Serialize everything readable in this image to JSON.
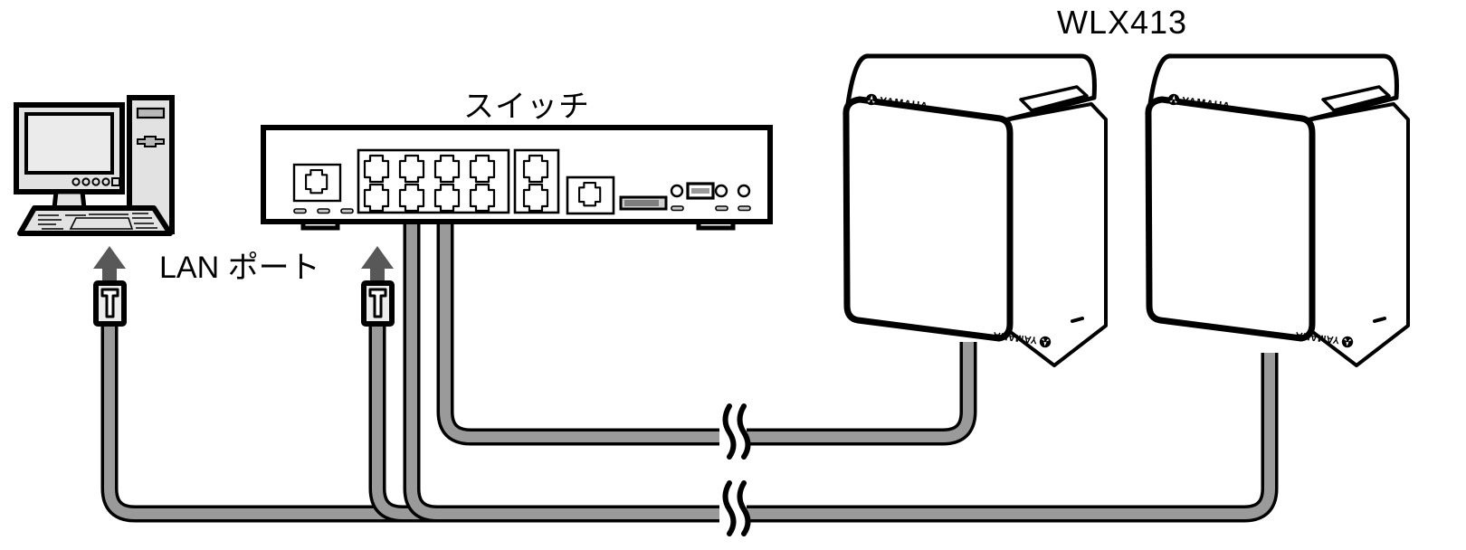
{
  "diagram": {
    "type": "network-connection-diagram",
    "title_label": "WLX413",
    "description": "Wired connection diagram: a PC and two Yamaha WLX413 wireless access points are connected to a network switch via LAN cables",
    "palette": {
      "outline": "#000000",
      "cable_fill": "#9a9a9a",
      "device_fill": "#ffffff",
      "pc_fill": "#e2e2e2",
      "pc_screen": "#ebebeb",
      "arrow_fill": "#585858",
      "connector_fill": "#ececec",
      "background": "#ffffff"
    },
    "labels": {
      "access_point": "WLX413",
      "switch": "スイッチ",
      "lan_port": "LAN ポート"
    },
    "devices": [
      {
        "name": "computer",
        "kind": "desktop-pc",
        "parts": [
          "monitor",
          "tower",
          "keyboard"
        ],
        "monitor_indicator_count": 4
      },
      {
        "name": "switch",
        "kind": "network-switch",
        "label": "スイッチ",
        "port_groups": [
          {
            "name": "console-port",
            "rows": 1,
            "cols": 1,
            "boxed": false
          },
          {
            "name": "lan-port-block",
            "rows": 2,
            "cols": 4,
            "boxed": true
          },
          {
            "name": "uplink-port-block",
            "rows": 2,
            "cols": 1,
            "boxed": true
          },
          {
            "name": "wan-port",
            "rows": 1,
            "cols": 1,
            "boxed": true
          }
        ],
        "extras": [
          "sd-card-slot",
          "usb-port",
          "status-leds"
        ],
        "connected_ports": [
          "lan-2-top",
          "lan-3-top"
        ],
        "feet": 2
      },
      {
        "name": "access-point-1",
        "kind": "wireless-access-point",
        "model": "WLX413",
        "brand": "YAMAHA",
        "brand_marks": 2
      },
      {
        "name": "access-point-2",
        "kind": "wireless-access-point",
        "model": "WLX413",
        "brand": "YAMAHA",
        "brand_marks": 2
      }
    ],
    "cables": [
      {
        "id": "cable-pc",
        "from": "computer-lan-port",
        "to": "switch-lan-port",
        "has_connector": true,
        "has_arrow": true,
        "has_break_symbol": false
      },
      {
        "id": "cable-ap1",
        "from": "switch-lan-2",
        "to": "access-point-1",
        "has_connector": false,
        "has_arrow": false,
        "has_break_symbol": true
      },
      {
        "id": "cable-ap2",
        "from": "switch-lan-3",
        "to": "access-point-2",
        "has_connector": false,
        "has_arrow": false,
        "has_break_symbol": true
      },
      {
        "id": "cable-switch-uplink",
        "from": "switch-port",
        "to": "pc-side-connector",
        "has_connector": true,
        "has_arrow": true,
        "has_break_symbol": false
      }
    ],
    "annotations": [
      {
        "name": "arrow-to-pc-port",
        "direction": "up",
        "points_at": "rj45-connector-left"
      },
      {
        "name": "arrow-to-switch-port",
        "direction": "up",
        "points_at": "rj45-connector-right"
      },
      {
        "name": "cable-break-upper",
        "style": "double-wave"
      },
      {
        "name": "cable-break-lower",
        "style": "double-wave"
      }
    ]
  }
}
